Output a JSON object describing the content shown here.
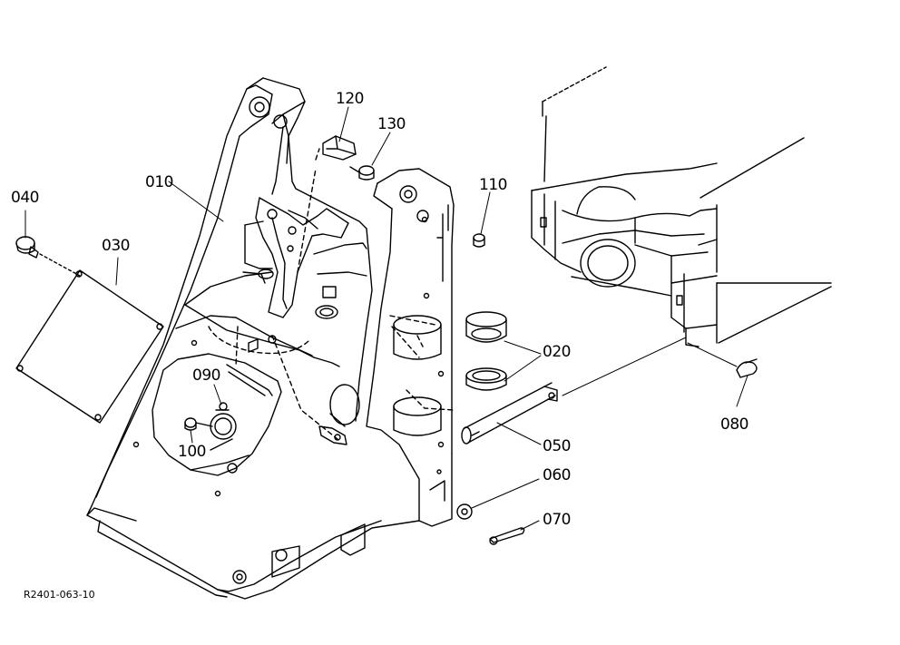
{
  "drawing_code": "R2401-063-10",
  "callouts": {
    "p010": "010",
    "p020": "020",
    "p030": "030",
    "p040": "040",
    "p050": "050",
    "p060": "060",
    "p070": "070",
    "p080": "080",
    "p090": "090",
    "p100": "100",
    "p110": "110",
    "p120": "120",
    "p130": "130"
  },
  "colors": {
    "ink": "#000000",
    "paper": "#ffffff"
  }
}
